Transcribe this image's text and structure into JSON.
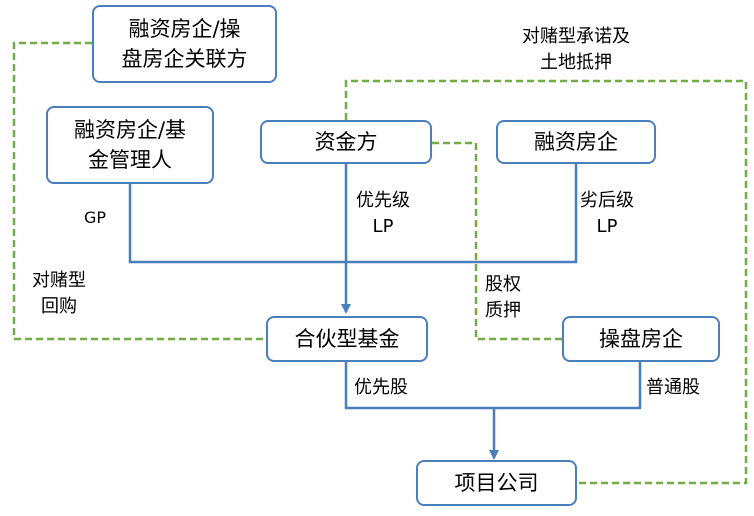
{
  "nodes": {
    "related_party": {
      "line1": "融资房企/操",
      "line2": "盘房企关联方"
    },
    "gp_entity": {
      "line1": "融资房企/基",
      "line2": "金管理人"
    },
    "funding_party": {
      "text": "资金方"
    },
    "financing_developer": {
      "text": "融资房企"
    },
    "partnership_fund": {
      "text": "合伙型基金"
    },
    "operating_developer": {
      "text": "操盘房企"
    },
    "project_company": {
      "text": "项目公司"
    }
  },
  "labels": {
    "gp": "GP",
    "senior_lp": {
      "line1": "优先级",
      "line2": "LP"
    },
    "junior_lp": {
      "line1": "劣后级",
      "line2": "LP"
    },
    "vam_buyback": {
      "line1": "对赌型",
      "line2": "回购"
    },
    "vam_pledge": {
      "line1": "对赌型承诺及",
      "line2": "土地抵押"
    },
    "equity_pledge": {
      "line1": "股权",
      "line2": "质押"
    },
    "preferred_shares": "优先股",
    "common_shares": "普通股"
  },
  "colors": {
    "box_border": "#4a7fbd",
    "solid_line": "#4a7fbd",
    "dashed_line": "#70ad47"
  }
}
